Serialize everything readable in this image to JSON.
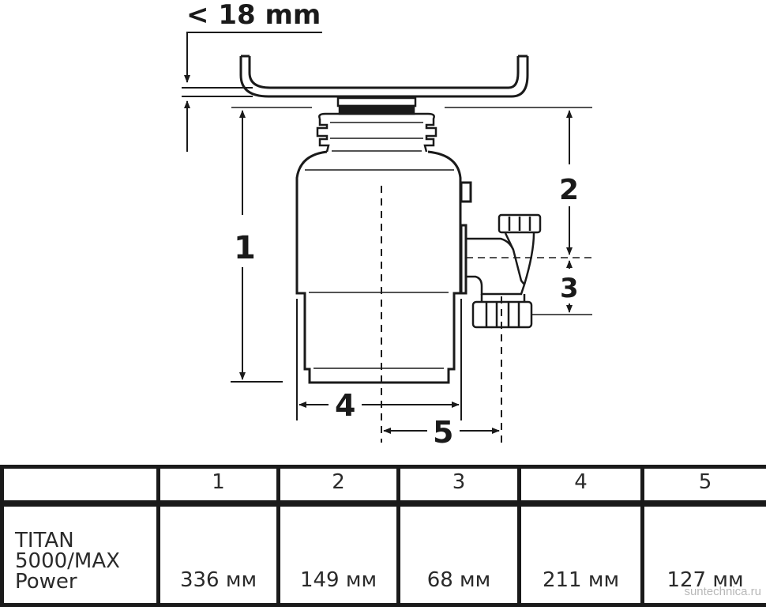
{
  "diagram": {
    "clearance_label": "< 18 mm",
    "dimension_labels": [
      "1",
      "2",
      "3",
      "4",
      "5"
    ]
  },
  "table": {
    "header": [
      "",
      "1",
      "2",
      "3",
      "4",
      "5"
    ],
    "rows": [
      {
        "model_line1": "TITAN",
        "model_line2": "5000/MAX",
        "model_line3": "Power",
        "values": [
          "336 мм",
          "149 мм",
          "68 мм",
          "211 мм",
          "127 мм"
        ]
      }
    ]
  },
  "watermark": "suntechnica.ru"
}
